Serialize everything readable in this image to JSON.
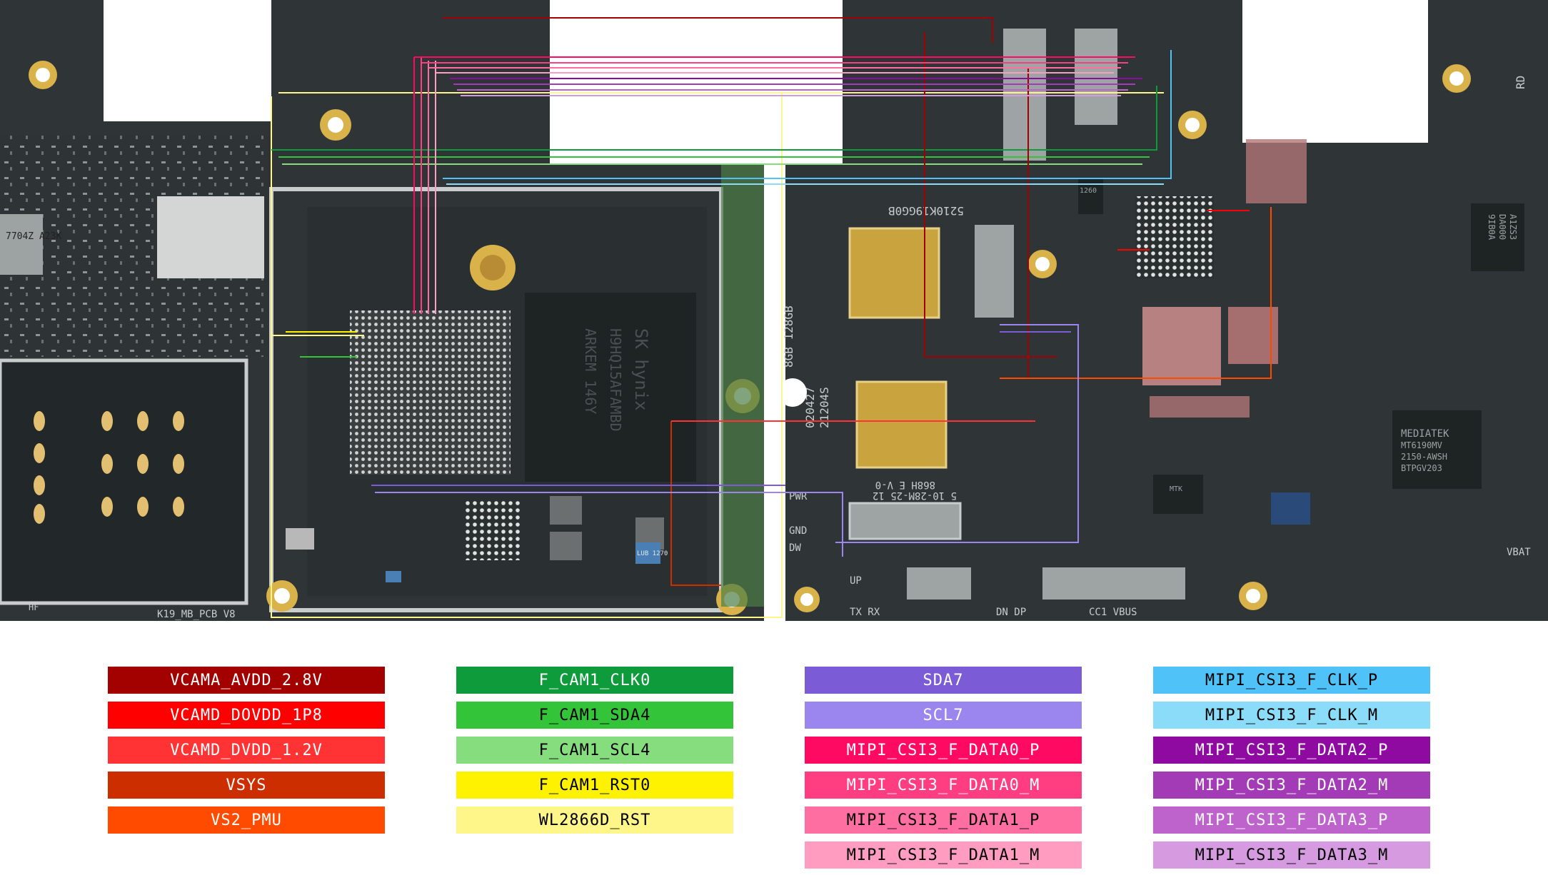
{
  "board_markings": {
    "pcb_id": "K19_MB_PCB V8",
    "emmc_brand": "SK hynix",
    "emmc_part": "H9HQ15AFAMBD",
    "emmc_code": "ARKEM 146Y",
    "mediatek_lines": [
      "MEDIATEK",
      "MT6190MV",
      "2150-AWSH",
      "BTPGV203"
    ],
    "mtk_pmic": "MTK",
    "soc_code_1": "5 10-28M-25 12",
    "soc_code_2": "868H E V-0",
    "ram_size": "8GB 128GB",
    "ram_lot_1": "21204S",
    "ram_lot_2": "020427",
    "left_chip": "7704Z A23K",
    "lub_label": "LUB 1270",
    "ram_id_top": "5210K19GG0B",
    "chip_label_top": "1260",
    "right_chip_lines": [
      "9IB0A",
      "DA000",
      "A1ZS3"
    ],
    "pads": {
      "pwr": "PWR",
      "gnd": "GND",
      "dw": "DW",
      "up": "UP",
      "tx_rx": "TX RX",
      "dn_dp": "DN DP",
      "cc1_vbus": "CC1 VBUS",
      "vbat": "VBAT",
      "hf": "HF",
      "rd": "RD"
    }
  },
  "legend": {
    "columns": [
      [
        {
          "label": "VCAMA_AVDD_2.8V",
          "color": "#A30000",
          "text_color": "#ffffff"
        },
        {
          "label": "VCAMD_DOVDD_1P8",
          "color": "#FF0000",
          "text_color": "#ffffff"
        },
        {
          "label": "VCAMD_DVDD_1.2V",
          "color": "#FF3333",
          "text_color": "#ffffff"
        },
        {
          "label": "VSYS",
          "color": "#CC2E00",
          "text_color": "#ffffff"
        },
        {
          "label": "VS2_PMU",
          "color": "#FF4B00",
          "text_color": "#ffffff"
        }
      ],
      [
        {
          "label": "F_CAM1_CLK0",
          "color": "#0E9B3B",
          "text_color": "#ffffff"
        },
        {
          "label": "F_CAM1_SDA4",
          "color": "#34C43A",
          "text_color": "#000000"
        },
        {
          "label": "F_CAM1_SCL4",
          "color": "#86DD7E",
          "text_color": "#000000"
        },
        {
          "label": "F_CAM1_RST0",
          "color": "#FFF200",
          "text_color": "#000000"
        },
        {
          "label": "WL2866D_RST",
          "color": "#FFF68A",
          "text_color": "#000000"
        }
      ],
      [
        {
          "label": "SDA7",
          "color": "#7B5BD6",
          "text_color": "#ffffff"
        },
        {
          "label": "SCL7",
          "color": "#9B86F0",
          "text_color": "#ffffff"
        },
        {
          "label": "MIPI_CSI3_F_DATA0_P",
          "color": "#FF0A63",
          "text_color": "#ffffff"
        },
        {
          "label": "MIPI_CSI3_F_DATA0_M",
          "color": "#FF3D80",
          "text_color": "#ffffff"
        },
        {
          "label": "MIPI_CSI3_F_DATA1_P",
          "color": "#FF6EA0",
          "text_color": "#000000"
        },
        {
          "label": "MIPI_CSI3_F_DATA1_M",
          "color": "#FF9CC0",
          "text_color": "#000000"
        }
      ],
      [
        {
          "label": "MIPI_CSI3_F_CLK_P",
          "color": "#4FC3F7",
          "text_color": "#000000"
        },
        {
          "label": "MIPI_CSI3_F_CLK_M",
          "color": "#8ADCF8",
          "text_color": "#000000"
        },
        {
          "label": "MIPI_CSI3_F_DATA2_P",
          "color": "#8E0AA0",
          "text_color": "#ffffff"
        },
        {
          "label": "MIPI_CSI3_F_DATA2_M",
          "color": "#A33AB6",
          "text_color": "#ffffff"
        },
        {
          "label": "MIPI_CSI3_F_DATA3_P",
          "color": "#BE62CC",
          "text_color": "#ffffff"
        },
        {
          "label": "MIPI_CSI3_F_DATA3_M",
          "color": "#D59AE0",
          "text_color": "#000000"
        }
      ]
    ]
  },
  "colors": {
    "pcb": "#2d3436",
    "pcb_dark": "#1e2324",
    "shield": "#c8cccc",
    "gold": "#d9b24a",
    "gold_pad": "#c9a43e"
  }
}
